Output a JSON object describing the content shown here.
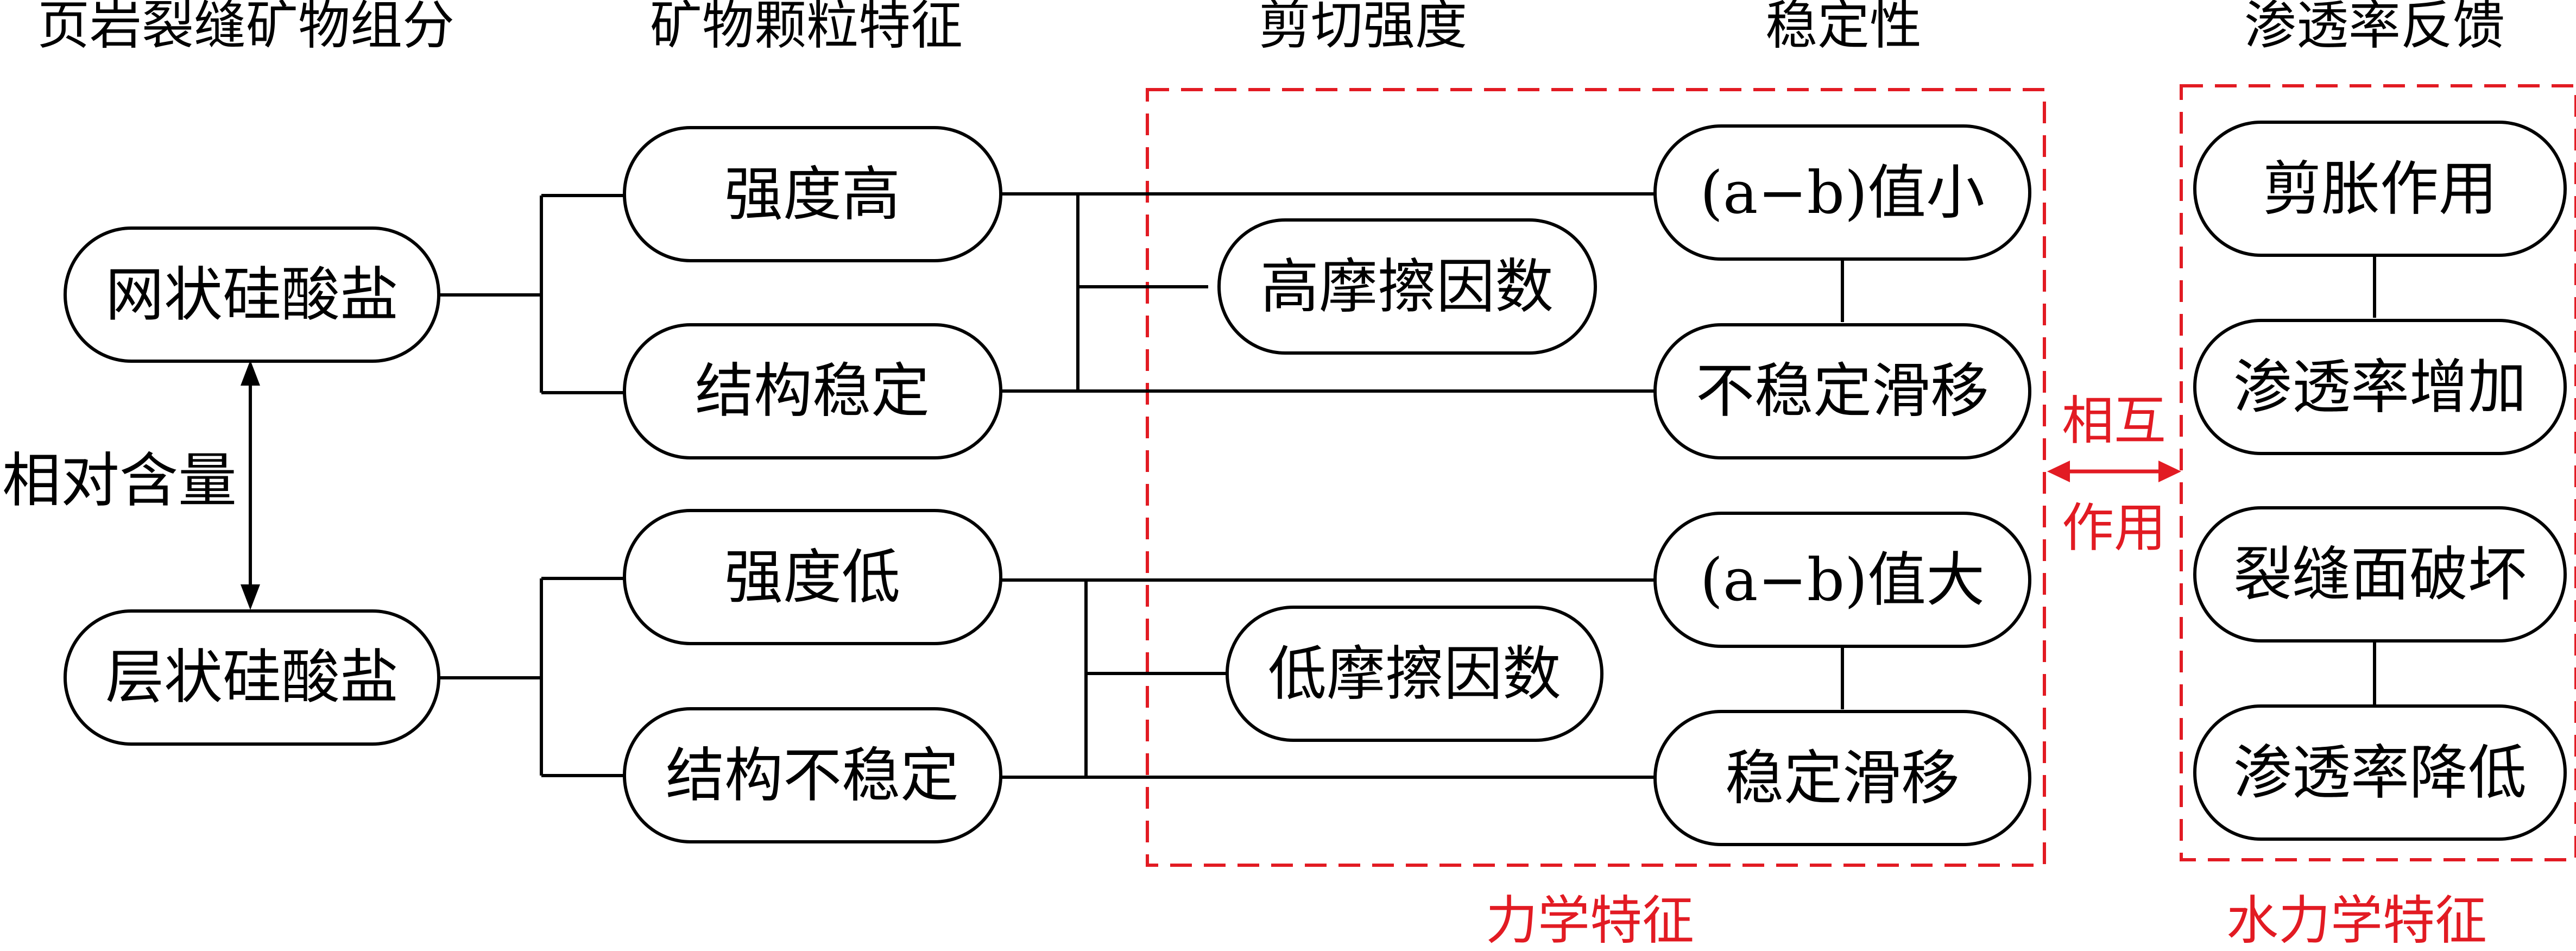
{
  "headers": {
    "mineral_composition": "页岩裂缝矿物组分",
    "particle_features": "矿物颗粒特征",
    "shear_strength": "剪切强度",
    "stability": "稳定性",
    "permeability_feedback": "渗透率反馈"
  },
  "nodes": {
    "network_silicate": "网状硅酸盐",
    "layered_silicate": "层状硅酸盐",
    "relative_content": "相对含量",
    "high_strength": "强度高",
    "stable_structure": "结构稳定",
    "low_strength": "强度低",
    "unstable_structure": "结构不稳定",
    "high_friction": "高摩擦因数",
    "low_friction": "低摩擦因数",
    "ab_small": "(a−b)值小",
    "unstable_slip": "不稳定滑移",
    "ab_large": "(a−b)值大",
    "stable_slip": "稳定滑移",
    "shear_dilation": "剪胀作用",
    "permeability_increase": "渗透率增加",
    "fracture_surface_damage": "裂缝面破坏",
    "permeability_decrease": "渗透率降低"
  },
  "groups": {
    "mechanical_label": "力学特征",
    "hydromechanical_label": "水力学特征",
    "interaction_line1": "相互",
    "interaction_line2": "作用"
  },
  "colors": {
    "line": "#000000",
    "accent": "#e21b23",
    "background": "#ffffff"
  }
}
